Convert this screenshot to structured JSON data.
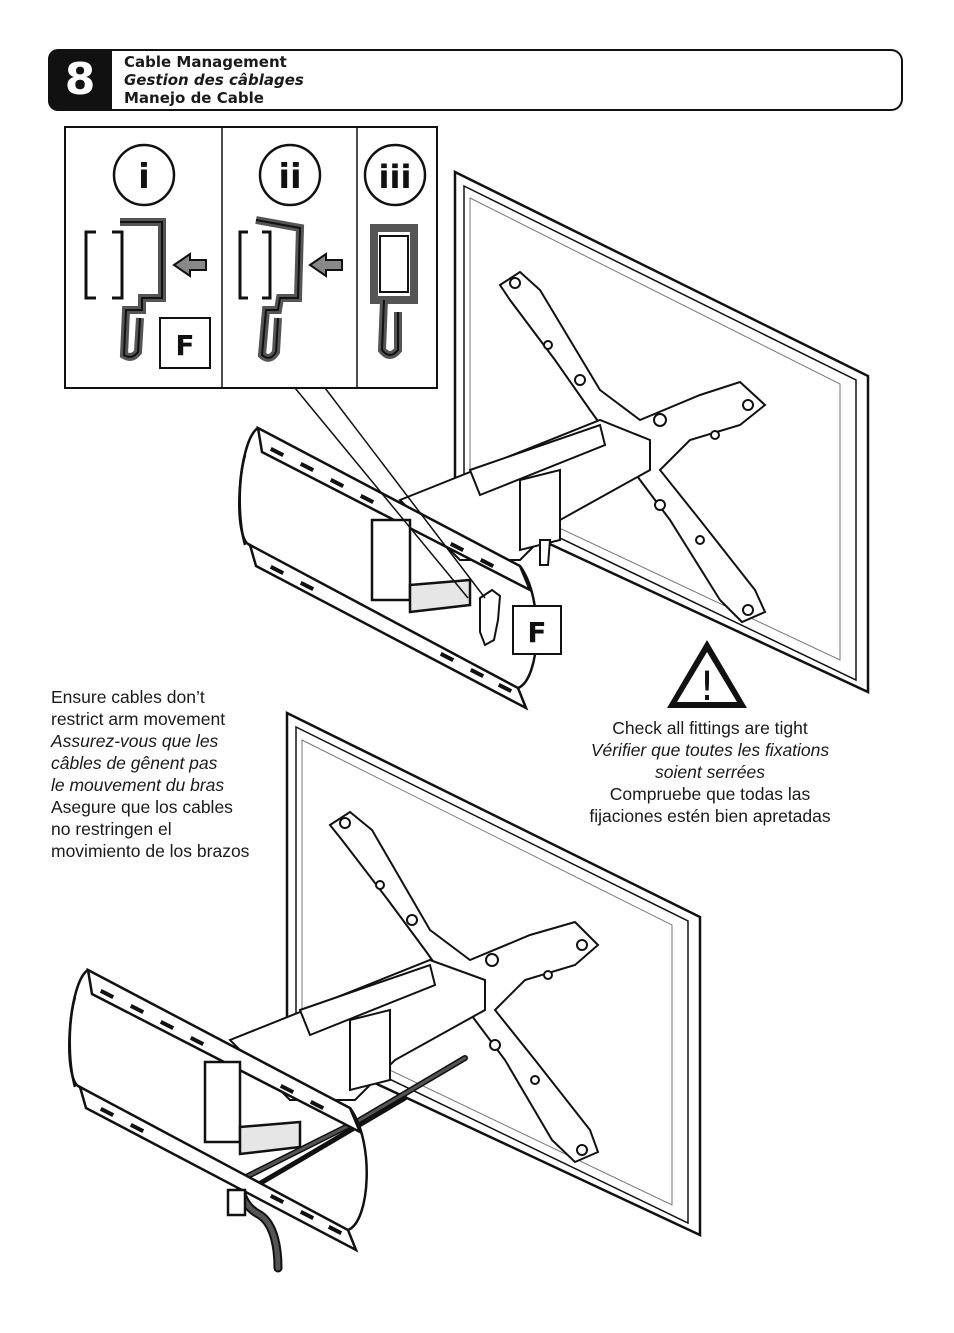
{
  "step": {
    "number": "8",
    "title_en": "Cable Management",
    "title_fr": "Gestion des câblages",
    "title_es": "Manejo de Cable"
  },
  "inset": {
    "panels": [
      "i",
      "ii",
      "iii"
    ],
    "part_label": "F"
  },
  "callout_label": "F",
  "note_cables": {
    "en1": "Ensure cables don’t",
    "en2": "restrict arm movement",
    "fr1": "Assurez-vous que les",
    "fr2": "câbles de gênent pas",
    "fr3": "le mouvement du bras",
    "es1": "Asegure que los cables",
    "es2": "no restringen el",
    "es3": "movimiento de los brazos"
  },
  "warning_symbol": "!",
  "note_fittings": {
    "en": "Check all fittings are tight",
    "fr1": "Vérifier que toutes les fixations",
    "fr2": "soient serrées",
    "es1": "Compruebe que todas las",
    "es2": "fijaciones  estén bien apretadas"
  },
  "colors": {
    "ink": "#111111",
    "hook": "#555555",
    "panel_gray": "#d9d9d9"
  }
}
